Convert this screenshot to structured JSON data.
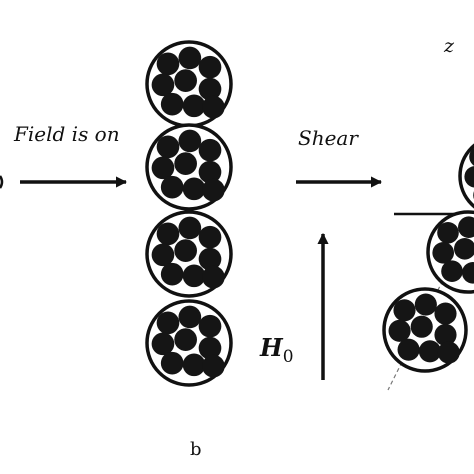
{
  "labels": {
    "field_on": "Field is on",
    "shear": "Shear",
    "axis_z": "z",
    "h_symbol": "H",
    "h_subscript": "0",
    "panel_b": "b"
  },
  "colors": {
    "particle": "#151515",
    "outline": "#111111",
    "background": "#ffffff"
  }
}
